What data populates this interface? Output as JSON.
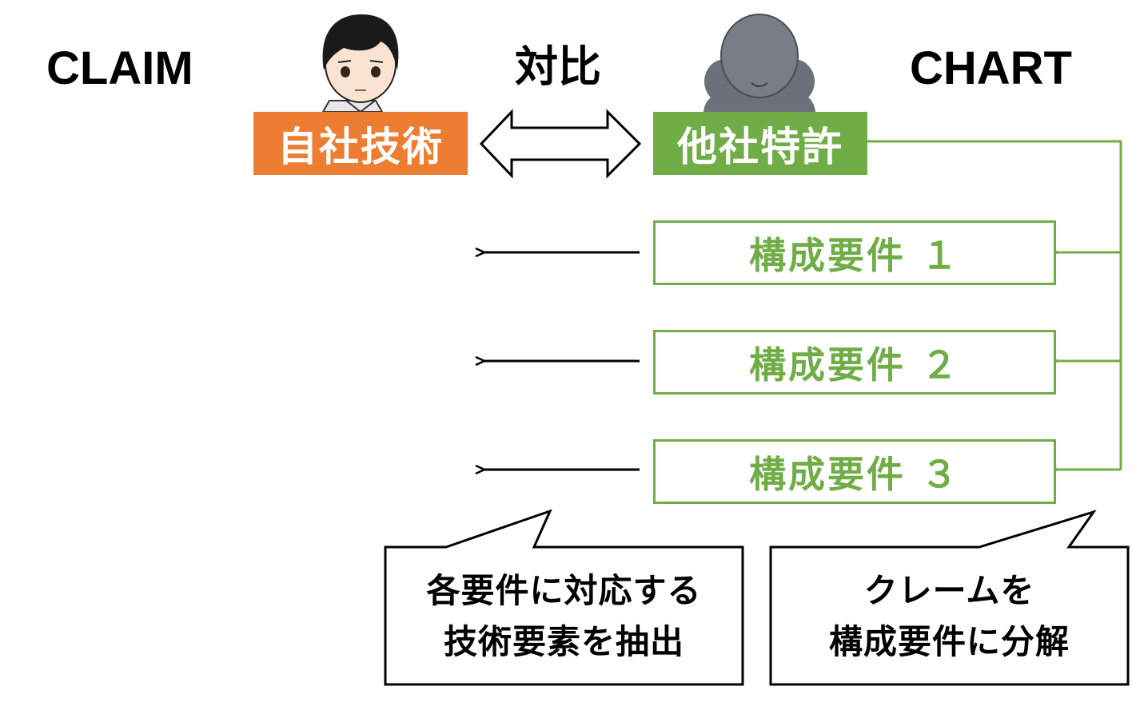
{
  "headings": {
    "claim": "CLAIM",
    "compare": "対比",
    "chart": "CHART"
  },
  "own": {
    "label": "自社技術",
    "color": "#ed7d31"
  },
  "other": {
    "label": "他社特許",
    "color": "#70ad47"
  },
  "elements": [
    {
      "label": "構成要件 １"
    },
    {
      "label": "構成要件 ２"
    },
    {
      "label": "構成要件 ３"
    }
  ],
  "callouts": {
    "left": {
      "line1": "各要件に対応する",
      "line2": "技術要素を抽出"
    },
    "right": {
      "line1": "クレームを",
      "line2": "構成要件に分解"
    }
  }
}
